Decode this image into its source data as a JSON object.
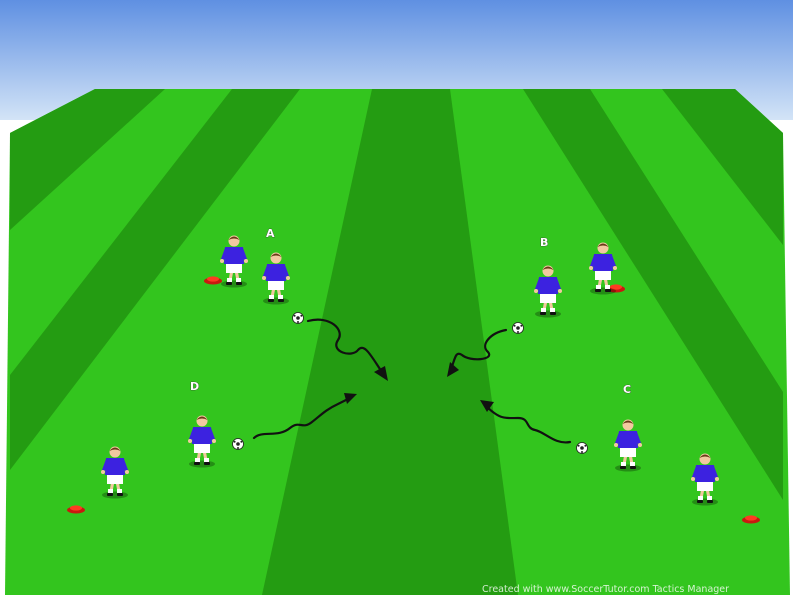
{
  "diagram": {
    "labels": {
      "A": "A",
      "B": "B",
      "C": "C",
      "D": "D"
    },
    "credit": "Created with www.SoccerTutor.com Tactics Manager",
    "colors": {
      "sky_top": "#5f90e2",
      "sky_bottom": "#cfe1f6",
      "grass_light": "#33c51e",
      "grass_dark": "#249c12",
      "shirt": "#3c22e0",
      "shorts": "#ffffff",
      "cone": "#ff2a1a",
      "arrow": "#111111"
    }
  }
}
